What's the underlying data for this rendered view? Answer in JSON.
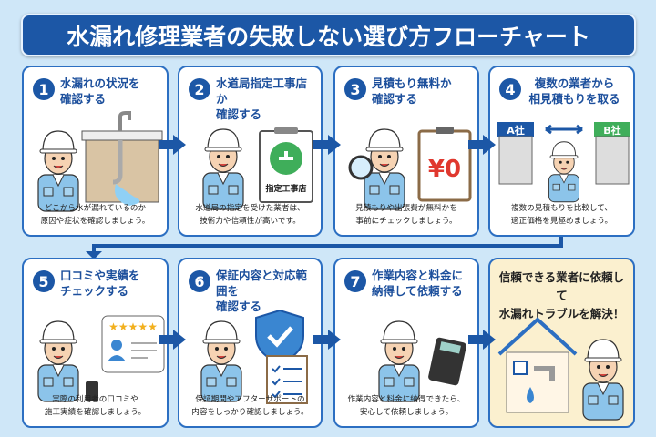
{
  "title": "水漏れ修理業者の失敗しない選び方フローチャート",
  "steps": [
    {
      "number": "1",
      "heading_line1": "水漏れの状況を",
      "heading_line2": "確認する",
      "desc_line1": "どこから水が漏れているのか",
      "desc_line2": "原因や症状を確認しましょう。"
    },
    {
      "number": "2",
      "heading_line1": "水道局指定工事店か",
      "heading_line2": "確認する",
      "desc_line1": "水道局の指定を受けた業者は、",
      "desc_line2": "技術力や信頼性が高いです。",
      "sign_label": "指定工事店"
    },
    {
      "number": "3",
      "heading_line1": "見積もり無料か",
      "heading_line2": "確認する",
      "desc_line1": "見積もりや出張費が無料かを",
      "desc_line2": "事前にチェックしましょう。",
      "price_label": "¥0"
    },
    {
      "number": "4",
      "heading_line1": "複数の業者から",
      "heading_line2": "相見積もりを取る",
      "desc_line1": "複数の見積もりを比較して、",
      "desc_line2": "適正価格を見極めましょう。",
      "company_a": "A社",
      "company_b": "B社"
    },
    {
      "number": "5",
      "heading_line1": "口コミや実績を",
      "heading_line2": "チェックする",
      "desc_line1": "実際の利用者の口コミや",
      "desc_line2": "施工実績を確認しましょう。",
      "rating": 5
    },
    {
      "number": "6",
      "heading_line1": "保証内容と対応範囲を",
      "heading_line2": "確認する",
      "desc_line1": "保証期間やアフターサポートの",
      "desc_line2": "内容をしっかり確認しましょう。"
    },
    {
      "number": "7",
      "heading_line1": "作業内容と料金に",
      "heading_line2": "納得して依頼する",
      "desc_line1": "作業内容と料金に納得できたら、",
      "desc_line2": "安心して依頼しましょう。"
    }
  ],
  "final": {
    "line1": "信頼できる業者に依頼して",
    "line2": "水漏れトラブルを解決！"
  },
  "colors": {
    "background": "#cfe7f8",
    "primary": "#1c57a6",
    "card_border": "#2c6fc2",
    "final_bg": "#fbf0cf"
  }
}
